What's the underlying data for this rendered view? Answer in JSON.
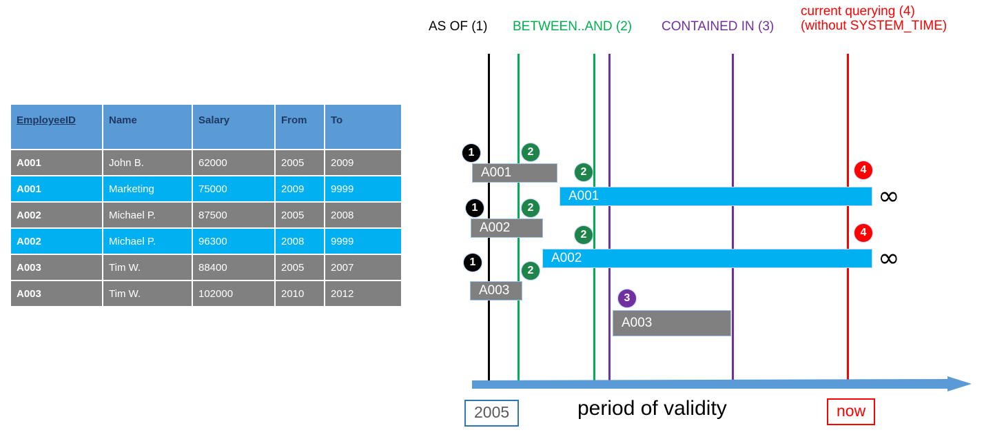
{
  "table": {
    "columns": [
      {
        "key": "employee_id",
        "label": "EmployeeID",
        "underline": true
      },
      {
        "key": "name",
        "label": "Name",
        "underline": false
      },
      {
        "key": "salary",
        "label": "Salary",
        "underline": false
      },
      {
        "key": "from",
        "label": "From",
        "underline": false
      },
      {
        "key": "to",
        "label": "To",
        "underline": false
      }
    ],
    "rows": [
      {
        "type": "historical",
        "employee_id": "A001",
        "name": "John  B.",
        "salary": "62000",
        "from": "2005",
        "to": "2009"
      },
      {
        "type": "current",
        "employee_id": "A001",
        "name": "Marketing",
        "salary": "75000",
        "from": "2009",
        "to": "9999"
      },
      {
        "type": "historical",
        "employee_id": "A002",
        "name": "Michael P.",
        "salary": "87500",
        "from": "2005",
        "to": "2008"
      },
      {
        "type": "current",
        "employee_id": "A002",
        "name": "Michael P.",
        "salary": "96300",
        "from": "2008",
        "to": "9999"
      },
      {
        "type": "historical",
        "employee_id": "A003",
        "name": "Tim W.",
        "salary": "88400",
        "from": "2005",
        "to": "2007"
      },
      {
        "type": "historical",
        "employee_id": "A003",
        "name": "Tim W.",
        "salary": "102000",
        "from": "2010",
        "to": "2012"
      }
    ],
    "colors": {
      "header_bg": "#5B9BD5",
      "header_text": "#1F3864",
      "historical_row_bg": "#808080",
      "current_row_bg": "#00B0F0",
      "row_text": "#FFFFFF"
    }
  },
  "diagram": {
    "legend": {
      "as_of": "AS OF (1)",
      "between_and": "BETWEEN..AND (2)",
      "contained_in": "CONTAINED IN (3)",
      "current_line1": "current querying (4)",
      "current_line2": "(without SYSTEM_TIME)"
    },
    "legend_colors": {
      "as_of": "#000000",
      "between_and": "#00B050",
      "contained_in": "#7030A0",
      "current": "#FF0000"
    },
    "vertical_lines": [
      {
        "name": "as-of-line",
        "color": "#000000"
      },
      {
        "name": "between-start-line",
        "color": "#00B050"
      },
      {
        "name": "between-end-line",
        "color": "#00B050"
      },
      {
        "name": "contained-start-line",
        "color": "#7030A0"
      },
      {
        "name": "contained-end-line",
        "color": "#7030A0"
      },
      {
        "name": "now-line",
        "color": "#FF0000"
      }
    ],
    "bars": [
      {
        "id": "a001-historical",
        "label": "A001",
        "style": "gray"
      },
      {
        "id": "a001-current",
        "label": "A001",
        "style": "cyan"
      },
      {
        "id": "a002-historical",
        "label": "A002",
        "style": "gray"
      },
      {
        "id": "a002-current",
        "label": "A002",
        "style": "cyan"
      },
      {
        "id": "a003-historical",
        "label": "A003",
        "style": "gray"
      },
      {
        "id": "a003-historical-2",
        "label": "A003",
        "style": "gray"
      }
    ],
    "markers": [
      {
        "id": "m-1-a001",
        "text": "1",
        "style": "black"
      },
      {
        "id": "m-2-a001-start",
        "text": "2",
        "style": "green"
      },
      {
        "id": "m-2-a001-curr",
        "text": "2",
        "style": "green"
      },
      {
        "id": "m-1-a002",
        "text": "1",
        "style": "black"
      },
      {
        "id": "m-2-a002-start",
        "text": "2",
        "style": "green"
      },
      {
        "id": "m-2-a002-curr",
        "text": "2",
        "style": "green"
      },
      {
        "id": "m-1-a003",
        "text": "1",
        "style": "black"
      },
      {
        "id": "m-2-a003-start",
        "text": "2",
        "style": "green"
      },
      {
        "id": "m-3-a003",
        "text": "3",
        "style": "purple"
      },
      {
        "id": "m-4-a001",
        "text": "4",
        "style": "red"
      },
      {
        "id": "m-4-a002",
        "text": "4",
        "style": "red"
      }
    ],
    "infinity_symbol": "∞",
    "axis": {
      "start_label": "2005",
      "title": "period of validity",
      "end_label": "now",
      "arrow_color": "#5B9BD5",
      "start_label_border": "#2E75B6",
      "end_label_border": "#FF0000"
    }
  }
}
